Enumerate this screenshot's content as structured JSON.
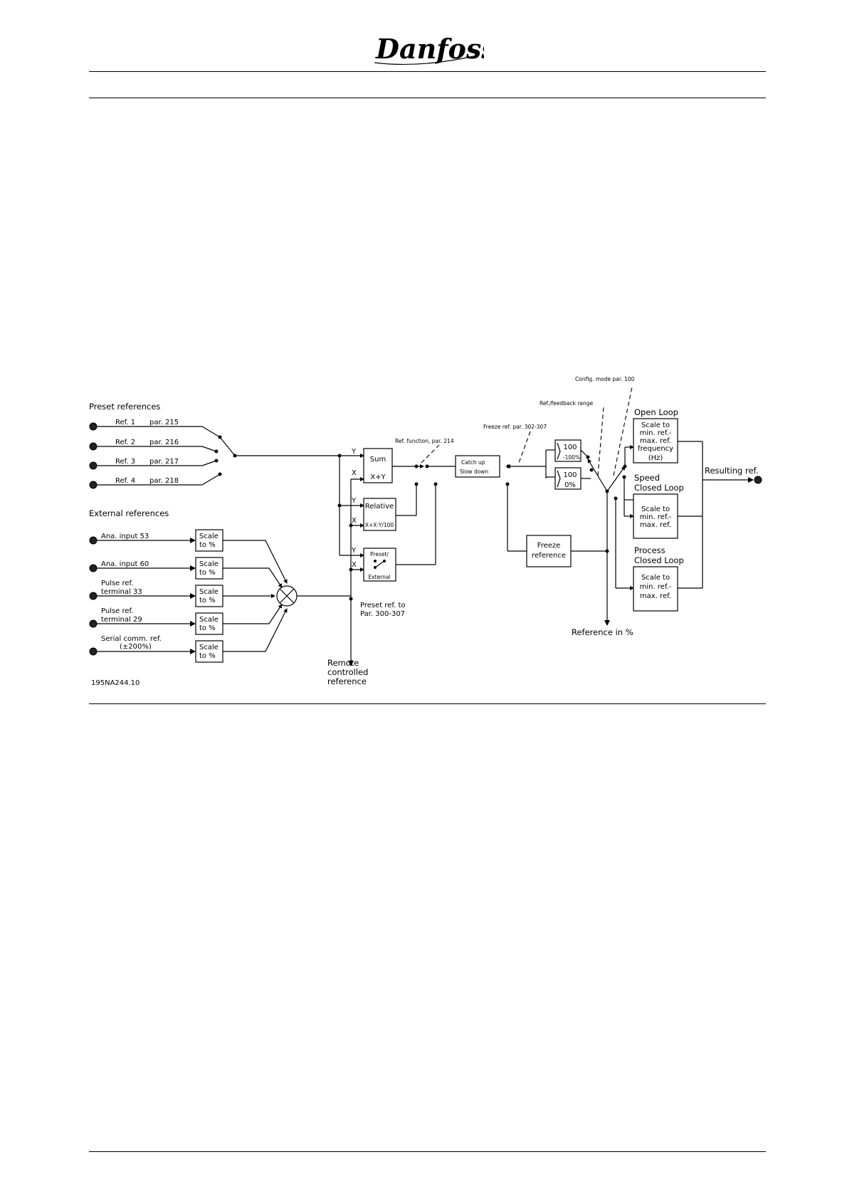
{
  "header": {
    "brand": "Danfoss"
  },
  "diagram": {
    "preset_title": "Preset references",
    "preset_refs": [
      {
        "name": "Ref. 1",
        "par": "par. 215"
      },
      {
        "name": "Ref. 2",
        "par": "par. 216"
      },
      {
        "name": "Ref. 3",
        "par": "par. 217"
      },
      {
        "name": "Ref. 4",
        "par": "par. 218"
      }
    ],
    "external_title": "External references",
    "external_inputs": [
      {
        "l1": "Ana. input 53",
        "l2": ""
      },
      {
        "l1": "Ana. input 60",
        "l2": ""
      },
      {
        "l1": "Pulse ref.",
        "l2": "terminal 33"
      },
      {
        "l1": "Pulse ref.",
        "l2": "terminal 29"
      },
      {
        "l1": "Serial comm. ref.",
        "l2": "(±200%)"
      }
    ],
    "scale_l1": "Scale",
    "scale_l2": "to %",
    "sum_top": "Sum",
    "sum_bottom": "X+Y",
    "relative_top": "Relative",
    "relative_bottom": "X+X·Y/100",
    "preset_ext_top": "Preset/",
    "preset_ext_bottom": "External",
    "y_label": "Y",
    "x_label": "X",
    "ref_function": "Ref. function, par. 214",
    "catch_up": "Catch up",
    "slow_down": "Slow down",
    "freeze_par": "Freeze ref. par. 302-307",
    "range_top_l1": "100",
    "range_top_l2": "-100%",
    "range_bottom_l1": "100",
    "range_bottom_l2": "0%",
    "ref_feedback": "Ref./feedback range",
    "config_mode": "Config. mode par. 100",
    "freeze_l1": "Freeze",
    "freeze_l2": "reference",
    "open_loop_title": "Open Loop",
    "open_loop_lines": [
      "Scale to",
      "min. ref.-",
      "max. ref.",
      "frequency",
      "(Hz)"
    ],
    "speed_title_l1": "Speed",
    "speed_title_l2": "Closed Loop",
    "speed_lines": [
      "Scale to",
      "min. ref.-",
      "max. ref."
    ],
    "process_title_l1": "Process",
    "process_title_l2": "Closed Loop",
    "process_lines": [
      "Scale to",
      "min. ref.-",
      "max. ref."
    ],
    "resulting_ref": "Resulting ref.",
    "reference_pct": "Reference in %",
    "preset_to_l1": "Preset ref. to",
    "preset_to_l2": "Par. 300-307",
    "remote_l1": "Remote",
    "remote_l2": "controlled",
    "remote_l3": "reference",
    "figure_id": "195NA244.10"
  }
}
